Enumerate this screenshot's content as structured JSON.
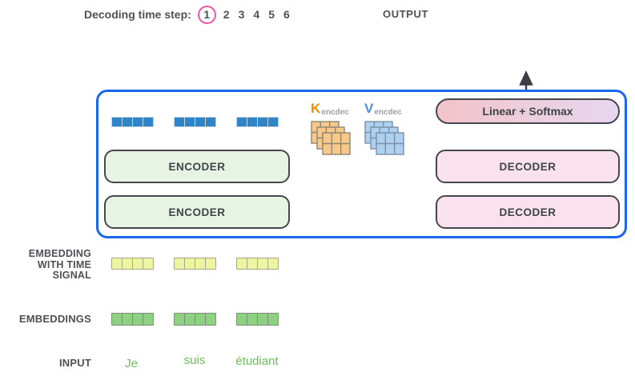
{
  "header": {
    "decoding_label": "Decoding time step:",
    "time_steps": [
      "1",
      "2",
      "3",
      "4",
      "5",
      "6"
    ],
    "active_step": "1",
    "output_label": "OUTPUT"
  },
  "panel": {
    "encoders": [
      "ENCODER",
      "ENCODER"
    ],
    "decoders": [
      "DECODER",
      "DECODER"
    ],
    "linear_softmax_label": "Linear + Softmax",
    "kv": {
      "k": "K",
      "k_sub": "encdec",
      "v": "V",
      "v_sub": "encdec"
    }
  },
  "left_labels": {
    "embedding_time_lines": [
      "EMBEDDING",
      "WITH TIME",
      "SIGNAL"
    ],
    "embeddings": "EMBEDDINGS",
    "input": "INPUT"
  },
  "input_tokens": [
    "Je",
    "suis",
    "étudiant"
  ],
  "colors": {
    "panel_border_blue": "#1b66f0",
    "step_circle_pink": "#ee55a3",
    "encoder_fill_green": "#e7f3e3",
    "decoder_fill_pink": "#f9e2ed",
    "linear_softmax_gradient_left": "#f2c3ca",
    "linear_softmax_gradient_right": "#e8d6f2",
    "component_border_gray": "#44484c",
    "embedding_vector_blue": "#2e86c8",
    "time_signal_yellow": "#edf5a0",
    "embedding_green": "#8ed180",
    "k_matrix_orange": "#f6c98b",
    "v_matrix_blue": "#aed1f2",
    "k_letter_orange": "#f08c00",
    "v_letter_blue": "#4a90e2",
    "token_text_green": "#6cbe58",
    "label_text_gray": "#4d5156",
    "arrow_dark": "#3a3f45",
    "arrow_light_gray": "#c9c9c9"
  }
}
